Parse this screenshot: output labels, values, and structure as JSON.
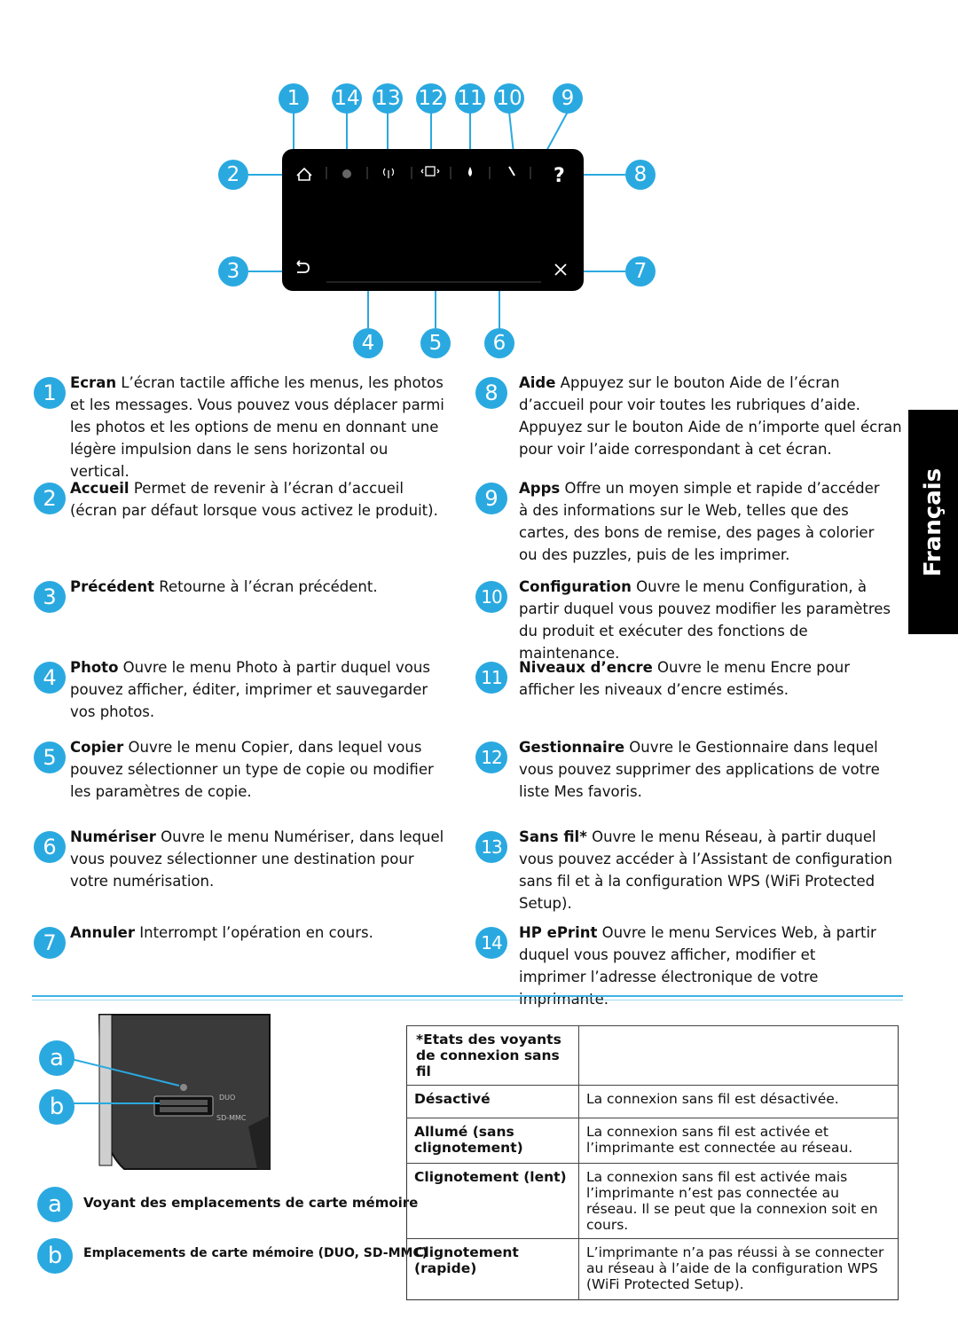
{
  "callout_numbers": {
    "top": [
      "1",
      "14",
      "13",
      "12",
      "11",
      "10",
      "9"
    ],
    "left": [
      "2",
      "3"
    ],
    "right": [
      "8",
      "7"
    ],
    "bottom": [
      "4",
      "5",
      "6"
    ]
  },
  "screen_icons": [
    "home-icon",
    "eprint-icon",
    "wireless-icon",
    "manager-icon",
    "ink-icon",
    "setup-icon",
    "help-icon",
    "back-icon",
    "cancel-icon"
  ],
  "screen": {
    "help_symbol": "?"
  },
  "side_tab": "Français",
  "items": [
    {
      "n": "1",
      "term": "Ecran",
      "text": " L’écran tactile affiche les menus, les photos et les messages. Vous pouvez vous déplacer parmi les photos et les options de menu en donnant une légère impulsion dans le sens horizontal ou vertical."
    },
    {
      "n": "2",
      "term": "Accueil",
      "text": " Permet de revenir à l’écran d’accueil (écran par défaut lorsque vous activez le produit)."
    },
    {
      "n": "3",
      "term": "Précédent",
      "text": " Retourne à l’écran précédent."
    },
    {
      "n": "4",
      "term": "Photo",
      "text": " Ouvre le menu Photo à partir duquel vous pouvez afficher, éditer, imprimer et sauvegarder vos photos."
    },
    {
      "n": "5",
      "term": "Copier",
      "text": " Ouvre le menu Copier, dans lequel vous pouvez sélectionner un type de copie ou modifier les paramètres de copie."
    },
    {
      "n": "6",
      "term": "Numériser",
      "text": " Ouvre le menu Numériser, dans lequel vous pouvez sélectionner une destination pour votre numérisation."
    },
    {
      "n": "7",
      "term": "Annuler",
      "text": " Interrompt l’opération en cours."
    },
    {
      "n": "8",
      "term": "Aide",
      "text": " Appuyez sur le bouton Aide de l’écran d’accueil pour voir toutes les rubriques d’aide. Appuyez sur le bouton Aide de n’importe quel écran pour voir l’aide correspondant à cet écran."
    },
    {
      "n": "9",
      "term": "Apps",
      "text": " Offre un moyen simple et rapide d’accéder à des informations sur le Web, telles que des cartes, des bons de remise, des pages à colorier ou des puzzles, puis de les imprimer."
    },
    {
      "n": "10",
      "term": "Configuration",
      "text": " Ouvre le menu Configuration, à partir duquel vous pouvez modifier les paramètres du produit et exécuter des fonctions de maintenance."
    },
    {
      "n": "11",
      "term": "Niveaux d’encre",
      "text": " Ouvre le menu Encre pour afficher les niveaux d’encre estimés."
    },
    {
      "n": "12",
      "term": "Gestionnaire",
      "text": " Ouvre le Gestionnaire dans lequel vous pouvez supprimer des applications de votre liste Mes favoris."
    },
    {
      "n": "13",
      "term": "Sans fil*",
      "text": " Ouvre le menu Réseau, à partir duquel vous pouvez accéder à l’Assistant de configuration sans fil et à la configuration WPS (WiFi Protected Setup)."
    },
    {
      "n": "14",
      "term": "HP ePrint",
      "text": " Ouvre le menu Services Web, à partir duquel vous pouvez afficher, modifier et imprimer l’adresse électronique de votre imprimante."
    }
  ],
  "card": {
    "callouts": [
      "a",
      "b"
    ],
    "slot_labels": [
      "DUO",
      "SD-MMC"
    ],
    "legend_a": "Voyant des emplacements de carte mémoire",
    "legend_b": "Emplacements de carte mémoire (DUO, SD-MMC)"
  },
  "status_table": {
    "header": "*Etats des voyants de connexion sans fil",
    "rows": [
      {
        "state": "Désactivé",
        "desc": "La connexion sans fil est désactivée."
      },
      {
        "state": "Allumé (sans clignotement)",
        "desc": "La connexion sans fil est activée et l’imprimante est connectée au réseau."
      },
      {
        "state": "Clignotement (lent)",
        "desc": "La connexion sans fil est activée mais l’imprimante n’est pas connectée au réseau. Il se peut que la connexion soit en cours."
      },
      {
        "state": "Clignotement (rapide)",
        "desc": "L’imprimante n’a pas réussi à se connecter au réseau à l’aide de la configuration WPS (WiFi Protected Setup)."
      }
    ]
  }
}
